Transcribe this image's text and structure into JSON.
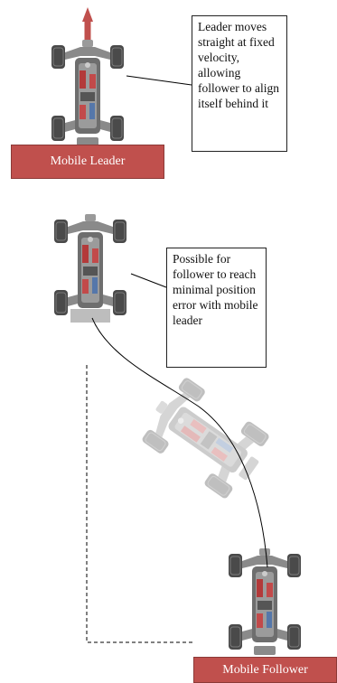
{
  "leader": {
    "label": "Mobile Leader",
    "note": "Leader moves straight at fixed velocity, allowing follower to align itself behind it"
  },
  "follower": {
    "label": "Mobile Follower",
    "note": "Possible for follower to reach minimal position error with mobile leader"
  },
  "colors": {
    "label_fill": "#c0504d",
    "arrow_fill": "#c0504d",
    "line": "#000000"
  },
  "icons": [
    "up-arrow-icon",
    "rc-truck-icon"
  ]
}
